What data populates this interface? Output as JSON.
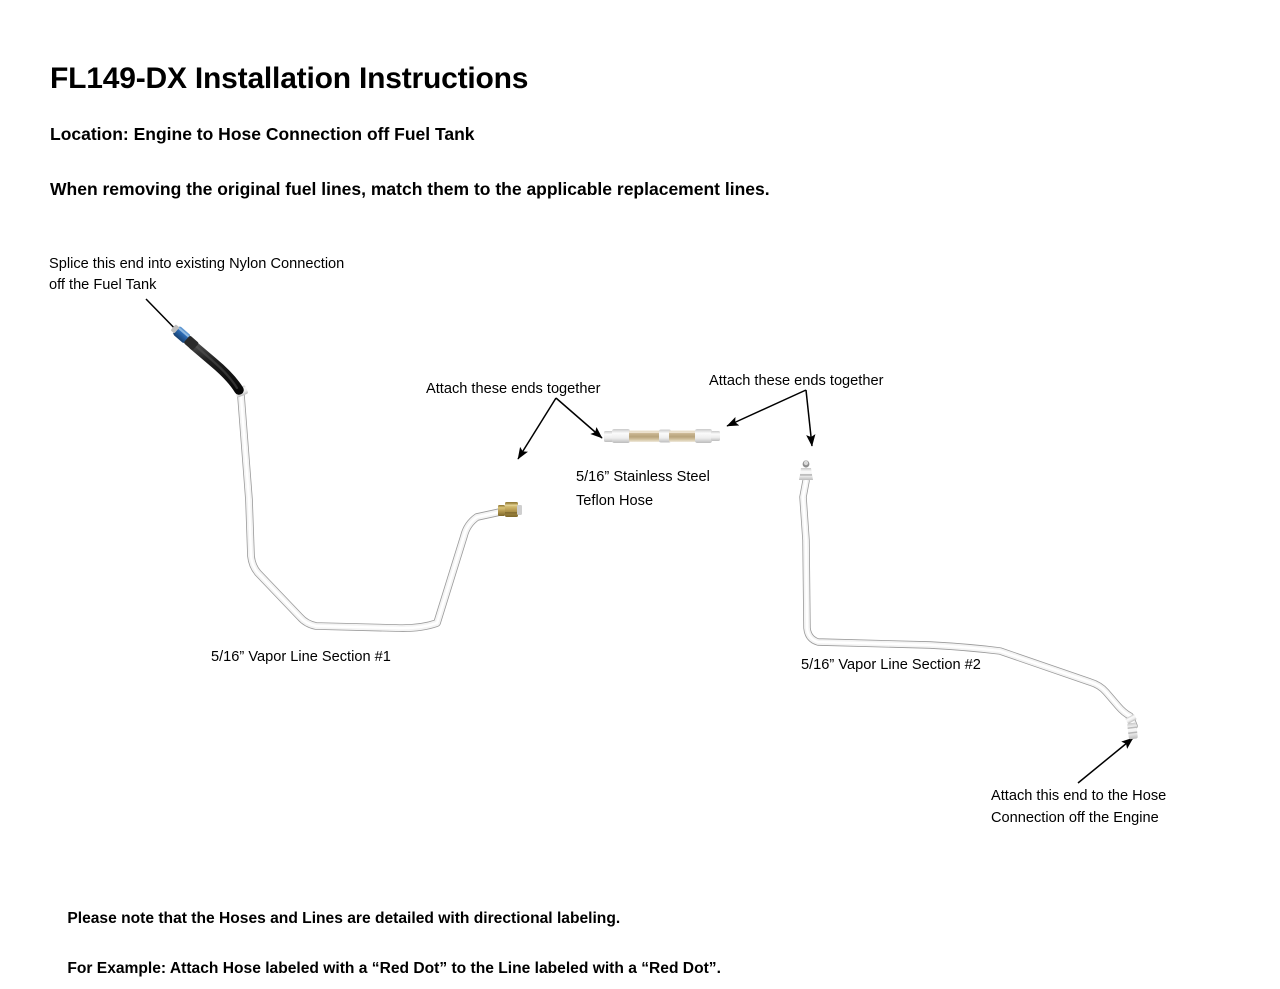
{
  "document": {
    "title": "FL149-DX Installation Instructions",
    "location_line": "Location: Engine to Hose Connection off Fuel Tank",
    "match_line": "When removing the original fuel lines, match them to the applicable replacement lines."
  },
  "annotations": {
    "splice": "Splice this end into existing Nylon Connection\noff the Fuel Tank",
    "attach_ends_left": "Attach these ends together",
    "attach_ends_right": "Attach these ends together",
    "attach_engine": "Attach this end to the Hose\nConnection off the Engine"
  },
  "part_labels": {
    "teflon_hose": "5/16” Stainless Steel\nTeflon Hose",
    "vapor_line_1": "5/16” Vapor Line Section #1",
    "vapor_line_2": "5/16” Vapor Line Section #2"
  },
  "footer_note": {
    "line1": "Please note that the Hoses and Lines are detailed with directional labeling.",
    "line2": "For Example: Attach Hose labeled with a “Red Dot” to the Line labeled with a “Red Dot”."
  },
  "colors": {
    "text": "#000000",
    "page_background": "#ffffff",
    "steel_line": "#e8e8e8",
    "steel_line_shade": "#b9b9b9",
    "rubber_hose": "#1a1a1a",
    "quick_connect_blue": "#2b6cb8",
    "brass_fitting": "#b79b52",
    "braid_tan": "#cbb894",
    "arrow": "#000000"
  }
}
